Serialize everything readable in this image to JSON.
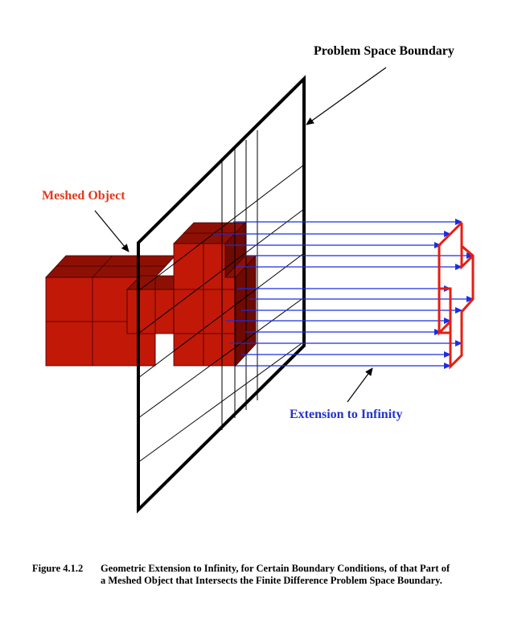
{
  "labels": {
    "problem_space_boundary": "Problem Space Boundary",
    "meshed_object": "Meshed Object",
    "extension_to_infinity": "Extension to Infinity"
  },
  "caption": {
    "number": "Figure 4.1.2",
    "line1": "Geometric Extension to Infinity, for Certain Boundary Conditions, of that Part of",
    "line2": "a Meshed Object that Intersects the Finite Difference Problem Space Boundary."
  },
  "colors": {
    "meshed_object_label": "#e03a1e",
    "extension_label": "#2233cc",
    "block_front": "#c21808",
    "block_top": "#8e1004",
    "block_side": "#6e0a02",
    "extension_arrows": "#1a2fe0",
    "profile": "#e81c10",
    "boundary": "#000000"
  }
}
